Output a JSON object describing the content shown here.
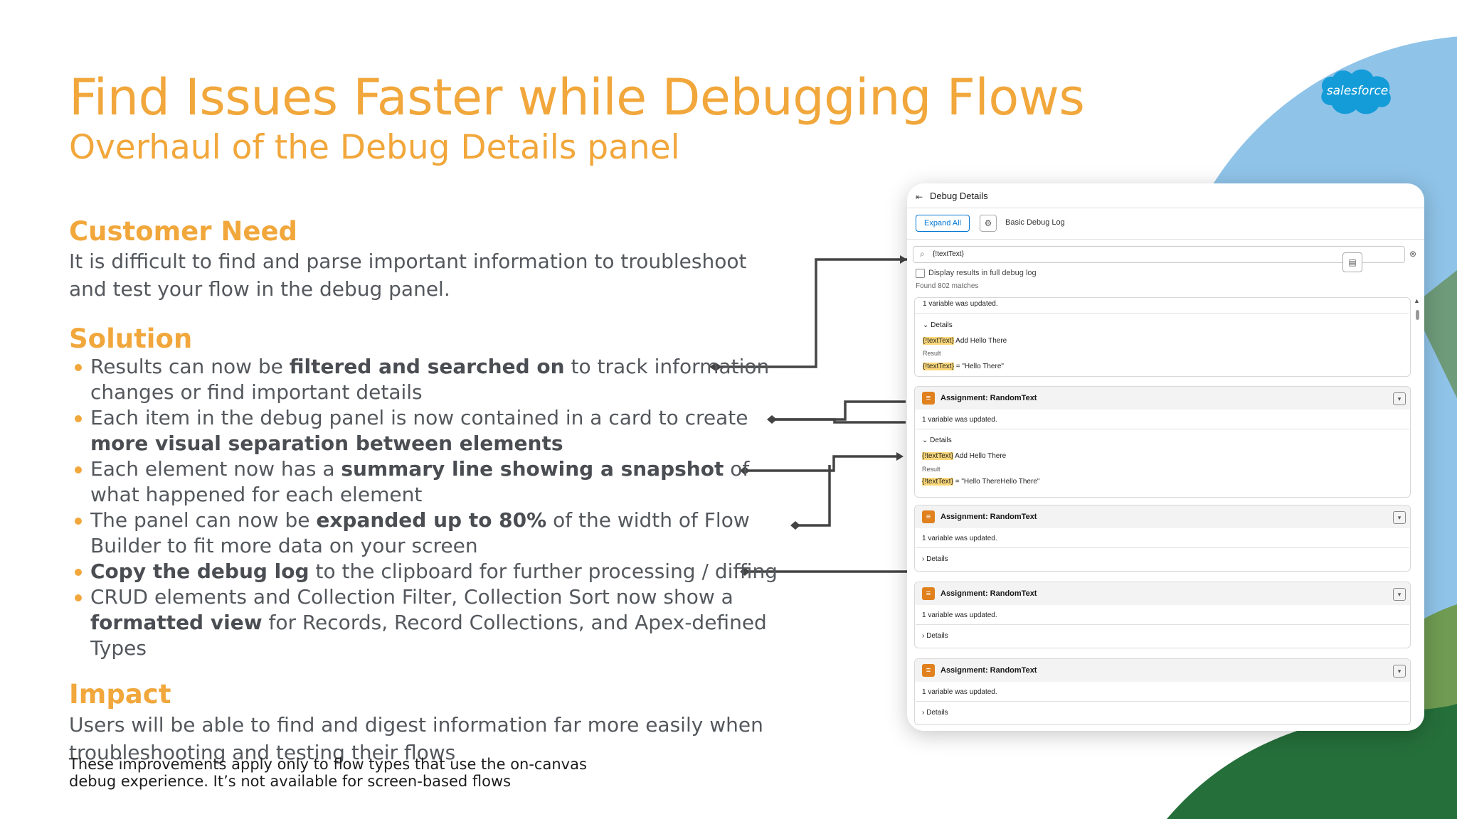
{
  "slide": {
    "title": "Find Issues Faster while Debugging Flows",
    "subtitle": "Overhaul of the Debug Details panel",
    "logo_text": "salesforce",
    "customer_need": {
      "heading": "Customer Need",
      "text": "It is difficult to find and parse important information to troubleshoot and test your flow in the debug panel."
    },
    "solution": {
      "heading": "Solution",
      "bullets": [
        {
          "pre": "Results can now be ",
          "bold": "filtered and searched on",
          "post": " to track information changes or find important details"
        },
        {
          "pre": "Each item in the debug panel is now contained in a card to create ",
          "bold": "more visual separation between elements",
          "post": ""
        },
        {
          "pre": "Each element now has a ",
          "bold": "summary line showing a snapshot",
          "post": " of what happened for each element"
        },
        {
          "pre": "The panel can now be ",
          "bold": "expanded up to 80%",
          "post": " of the width of Flow Builder to fit more data on your screen"
        },
        {
          "pre": "",
          "bold": "Copy the debug log",
          "post": " to the clipboard for further processing / diffing"
        },
        {
          "pre": "CRUD elements and Collection Filter, Collection Sort now show a ",
          "bold": "formatted view",
          "post": " for Records, Record Collections, and Apex-defined Types"
        }
      ]
    },
    "impact": {
      "heading": "Impact",
      "text": "Users will be able to find and digest information far more easily when troubleshooting and testing their flows"
    },
    "footnote": "These improvements apply only to flow types that use the on-canvas debug experience. It’s not available for screen-based flows"
  },
  "panel": {
    "title": "Debug Details",
    "expand_all": "Expand All",
    "basic_log": "Basic Debug Log",
    "search_value": "{!textText}",
    "checkbox_label": "Display results in full debug log",
    "found": "Found 802 matches",
    "top_card": {
      "summary": "1 variable was updated.",
      "details_label": "Details",
      "var_tag": "{!textText}",
      "action": "Add Hello There",
      "result_label": "Result",
      "result_value": "= \"Hello There\""
    },
    "cards": [
      {
        "title": "Assignment: RandomText",
        "summary": "1 variable was updated.",
        "details": "Details",
        "var_tag": "{!textText}",
        "action": "Add Hello There",
        "result_label": "Result",
        "result_value": "= \"Hello ThereHello There\""
      },
      {
        "title": "Assignment: RandomText",
        "summary": "1 variable was updated.",
        "details": "Details"
      },
      {
        "title": "Assignment: RandomText",
        "summary": "1 variable was updated.",
        "details": "Details"
      },
      {
        "title": "Assignment: RandomText",
        "summary": "1 variable was updated.",
        "details": "Details"
      }
    ]
  },
  "colors": {
    "accent": "#f1a73b",
    "body_text": "#54585d",
    "sky": "#8fc3e8",
    "hill_dark": "#256f3a",
    "hill_light": "#6f9b52",
    "assignment_icon": "#e0811e",
    "link_blue": "#0176d3"
  }
}
